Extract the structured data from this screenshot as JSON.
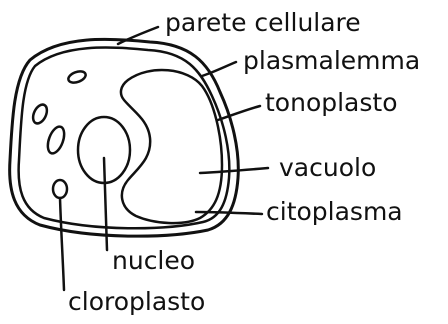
{
  "labels": {
    "parete_cellulare": "parete cellulare",
    "plasmalemma": "plasmalemma",
    "tonoplasto": "tonoplasto",
    "vacuolo": "vacuolo",
    "citoplasma": "citoplasma",
    "nucleo": "nucleo",
    "cloroplasto": "cloroplasto"
  }
}
